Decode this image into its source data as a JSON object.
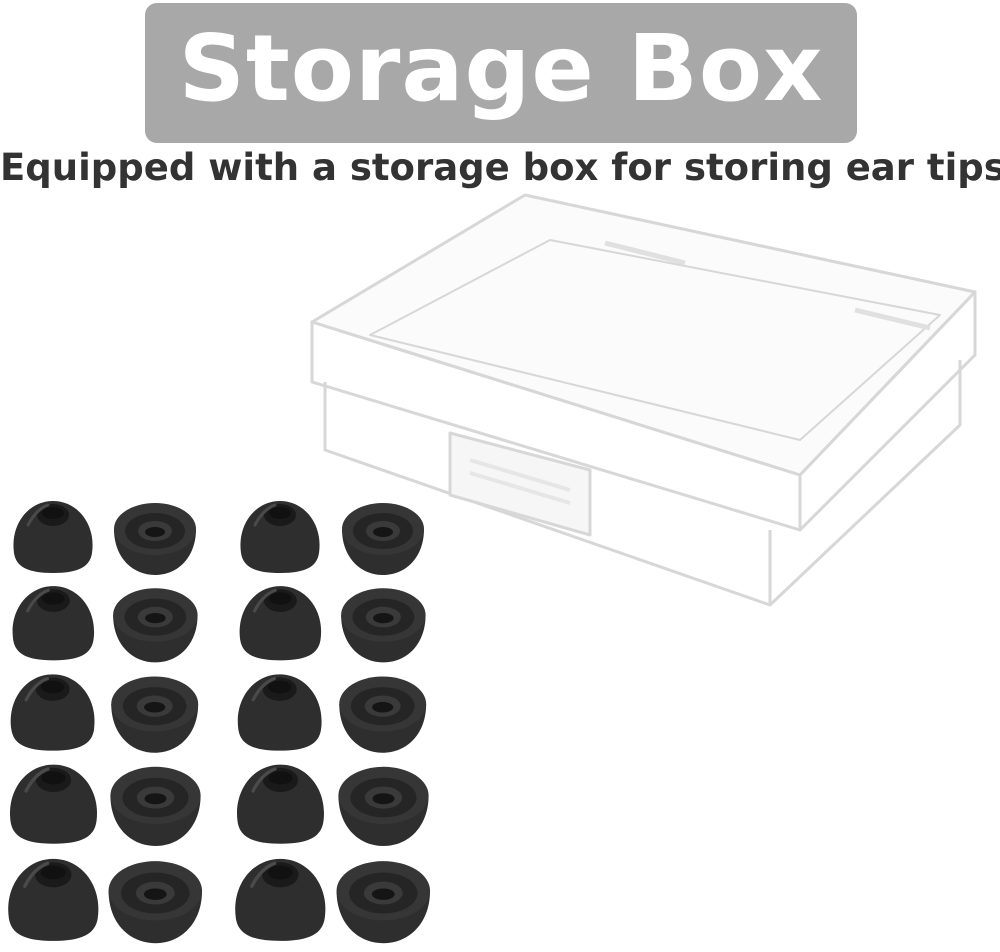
{
  "title": "Storage Box",
  "subtitle": "Equipped with a storage box for storing ear tips.",
  "colors": {
    "badge": "#a8a8a8",
    "title_text": "#ffffff",
    "subtitle_text": "#333333",
    "ear_tip": "#2e2e2e",
    "box_outline": "#d7d7d7"
  },
  "ear_tips": {
    "rows": 5,
    "columns": 4,
    "views": [
      "side",
      "top",
      "side",
      "top"
    ]
  }
}
